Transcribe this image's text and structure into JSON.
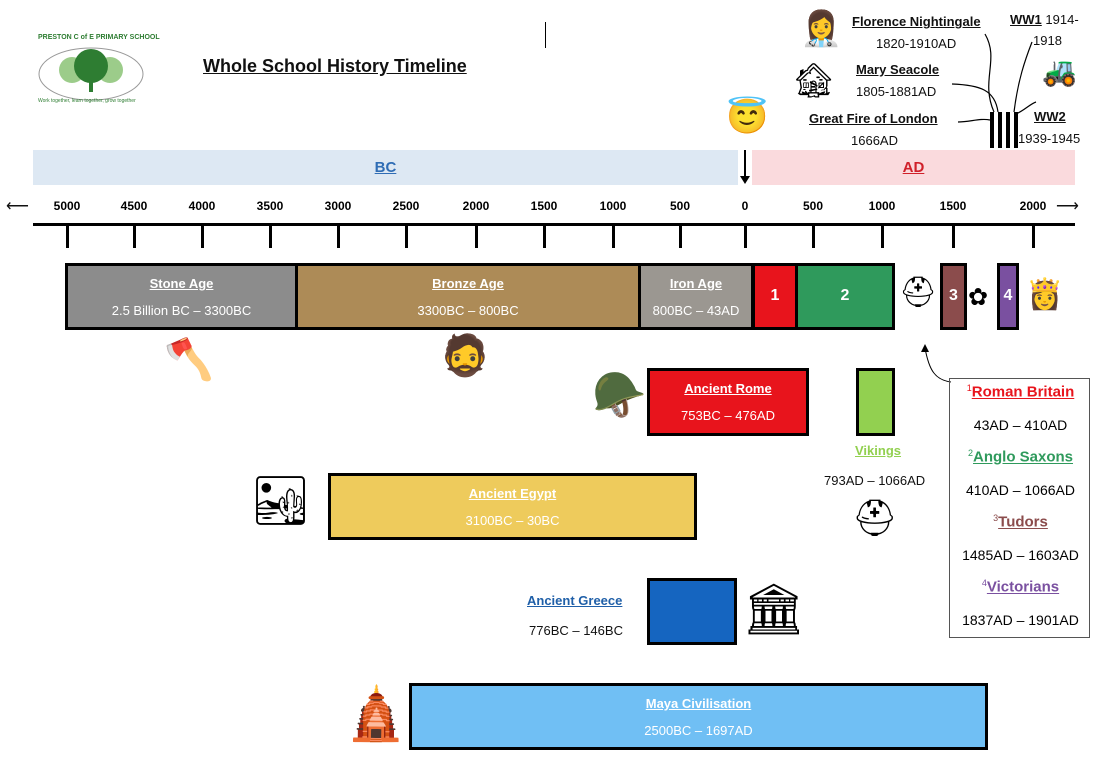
{
  "logo": {
    "school": "PRESTON C of E PRIMARY SCHOOL",
    "motto": "Work together, learn together, grow together"
  },
  "title": "Whole School History Timeline",
  "bands": {
    "bc": "BC",
    "ad": "AD",
    "bc_color": "#dde8f3",
    "ad_color": "#fadadd"
  },
  "axis": {
    "labels": [
      "5000",
      "4500",
      "4000",
      "3500",
      "3000",
      "2500",
      "2000",
      "1500",
      "1000",
      "500",
      "0",
      "500",
      "1000",
      "1500",
      "2000"
    ]
  },
  "events": {
    "nightingale": {
      "name": "Florence Nightingale",
      "dates": "1820-1910AD"
    },
    "seacole": {
      "name": "Mary Seacole",
      "dates": "1805-1881AD"
    },
    "fire": {
      "name": "Great Fire of London",
      "dates": "1666AD"
    },
    "ww1": {
      "name": "WW1",
      "dates_a": "1914-",
      "dates_b": "1918"
    },
    "ww2": {
      "name": "WW2",
      "dates": "1939-1945"
    }
  },
  "periods": {
    "stone": {
      "name": "Stone Age",
      "dates": "2.5 Billion BC – 3300BC",
      "color": "#8c8c8c"
    },
    "bronze": {
      "name": "Bronze Age",
      "dates": "3300BC – 800BC",
      "color": "#ad8b57"
    },
    "iron": {
      "name": "Iron Age",
      "dates": "800BC – 43AD",
      "color": "#9b9791"
    },
    "p1": {
      "label": "1",
      "color": "#e8141c"
    },
    "p2": {
      "label": "2",
      "color": "#2f9a5c"
    },
    "p3": {
      "label": "3",
      "color": "#8b4c4c"
    },
    "p4": {
      "label": "4",
      "color": "#7a50a0"
    },
    "rome": {
      "name": "Ancient Rome",
      "dates": "753BC – 476AD",
      "color": "#e8141c"
    },
    "vikings": {
      "name": "Vikings",
      "dates": "793AD – 1066AD",
      "color": "#92d050"
    },
    "egypt": {
      "name": "Ancient Egypt",
      "dates": "3100BC – 30BC",
      "color": "#eecb5c"
    },
    "greece": {
      "name": "Ancient Greece",
      "dates": "776BC – 146BC",
      "color": "#1565c0"
    },
    "maya": {
      "name": "Maya Civilisation",
      "dates": "2500BC – 1697AD",
      "color": "#70bff4"
    }
  },
  "legend": [
    {
      "num": "1",
      "name": "Roman Britain",
      "dates": "43AD – 410AD",
      "color": "#e8141c"
    },
    {
      "num": "2",
      "name": "Anglo Saxons",
      "dates": "410AD – 1066AD",
      "color": "#2f9a5c"
    },
    {
      "num": "3",
      "name": "Tudors",
      "dates": "1485AD – 1603AD",
      "color": "#8b4c4c"
    },
    {
      "num": "4",
      "name": "Victorians",
      "dates": "1837AD – 1901AD",
      "color": "#7a50a0"
    }
  ]
}
